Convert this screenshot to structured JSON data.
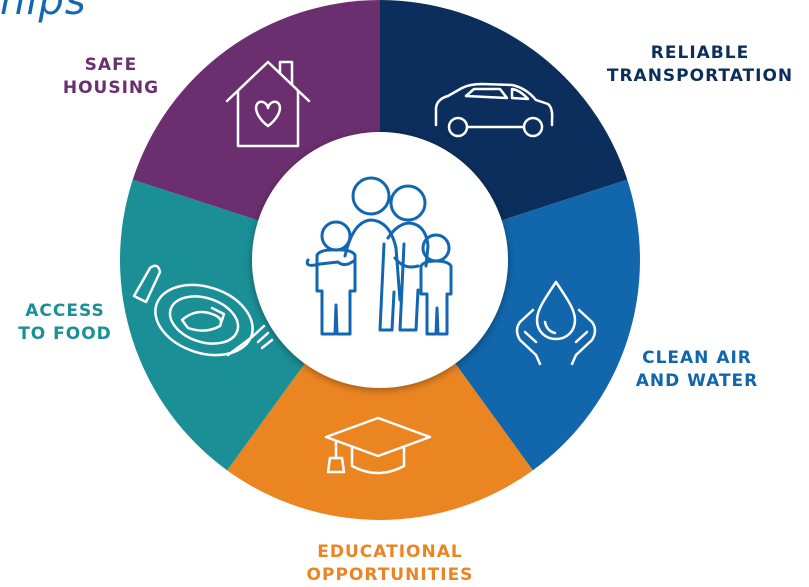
{
  "title_fragment": "hips",
  "segments": [
    {
      "id": "housing",
      "line1": "SAFE",
      "line2": "HOUSING",
      "icon": "house-heart-icon",
      "color": "#6b2f6f"
    },
    {
      "id": "transport",
      "line1": "RELIABLE",
      "line2": "TRANSPORTATION",
      "icon": "car-icon",
      "color": "#0c2e5c"
    },
    {
      "id": "water",
      "line1": "CLEAN AIR",
      "line2": "AND WATER",
      "icon": "hands-water-drop-icon",
      "color": "#1266ab"
    },
    {
      "id": "education",
      "line1": "EDUCATIONAL",
      "line2": "OPPORTUNITIES",
      "icon": "graduation-cap-icon",
      "color": "#ea8522"
    },
    {
      "id": "food",
      "line1": "ACCESS",
      "line2": "TO FOOD",
      "icon": "plate-fork-knife-icon",
      "color": "#1a8f96"
    }
  ],
  "center": {
    "icon": "family-icon",
    "color": "#1366b0"
  }
}
